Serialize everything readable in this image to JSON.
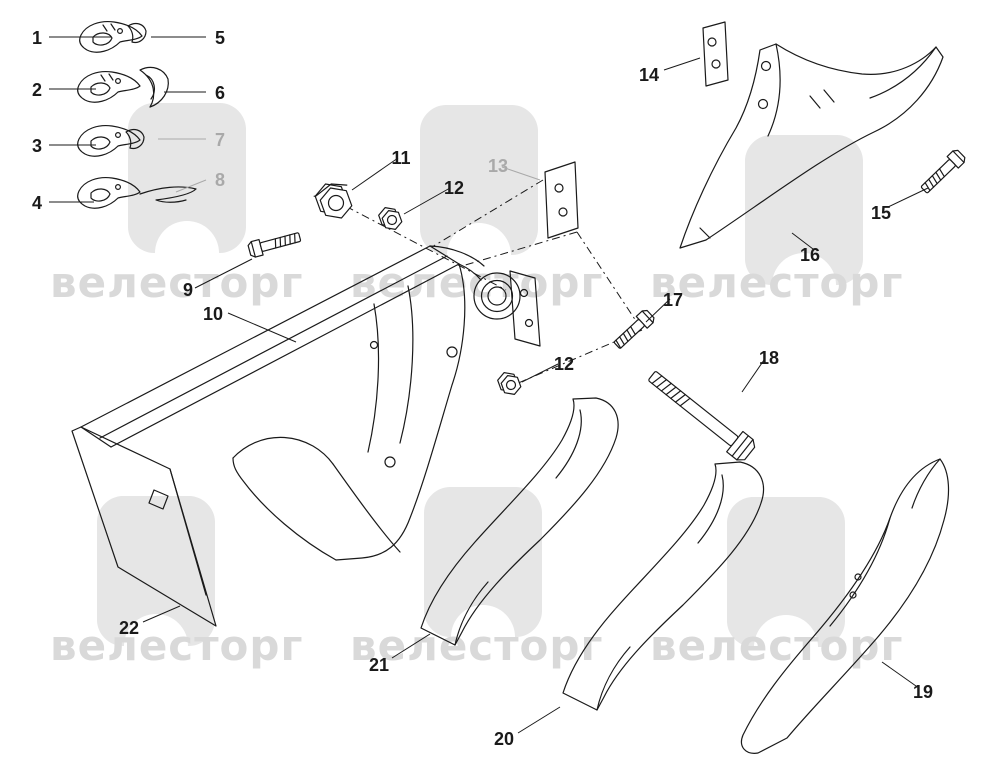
{
  "diagram": {
    "type": "exploded-parts-diagram",
    "labels": [
      {
        "id": "callout-1",
        "text": "1"
      },
      {
        "id": "callout-2",
        "text": "2"
      },
      {
        "id": "callout-3",
        "text": "3"
      },
      {
        "id": "callout-4",
        "text": "4"
      },
      {
        "id": "callout-5",
        "text": "5"
      },
      {
        "id": "callout-6",
        "text": "6"
      },
      {
        "id": "callout-7",
        "text": "7",
        "muted": true
      },
      {
        "id": "callout-8",
        "text": "8",
        "muted": true
      },
      {
        "id": "callout-9",
        "text": "9"
      },
      {
        "id": "callout-10",
        "text": "10"
      },
      {
        "id": "callout-11",
        "text": "11"
      },
      {
        "id": "callout-12a",
        "text": "12"
      },
      {
        "id": "callout-13",
        "text": "13",
        "muted": true
      },
      {
        "id": "callout-14",
        "text": "14"
      },
      {
        "id": "callout-15",
        "text": "15"
      },
      {
        "id": "callout-16",
        "text": "16"
      },
      {
        "id": "callout-17",
        "text": "17"
      },
      {
        "id": "callout-18",
        "text": "18"
      },
      {
        "id": "callout-12b",
        "text": "12"
      },
      {
        "id": "callout-19",
        "text": "19"
      },
      {
        "id": "callout-20",
        "text": "20"
      },
      {
        "id": "callout-21",
        "text": "21"
      },
      {
        "id": "callout-22",
        "text": "22"
      }
    ]
  },
  "watermark": {
    "text": "велесторг"
  },
  "colors": {
    "ink": "#1a1a1a",
    "muted": "#a9a9a9",
    "wm-text": "#d9d9d9",
    "wm-logo": "#e6e6e6",
    "bg": "#ffffff"
  }
}
